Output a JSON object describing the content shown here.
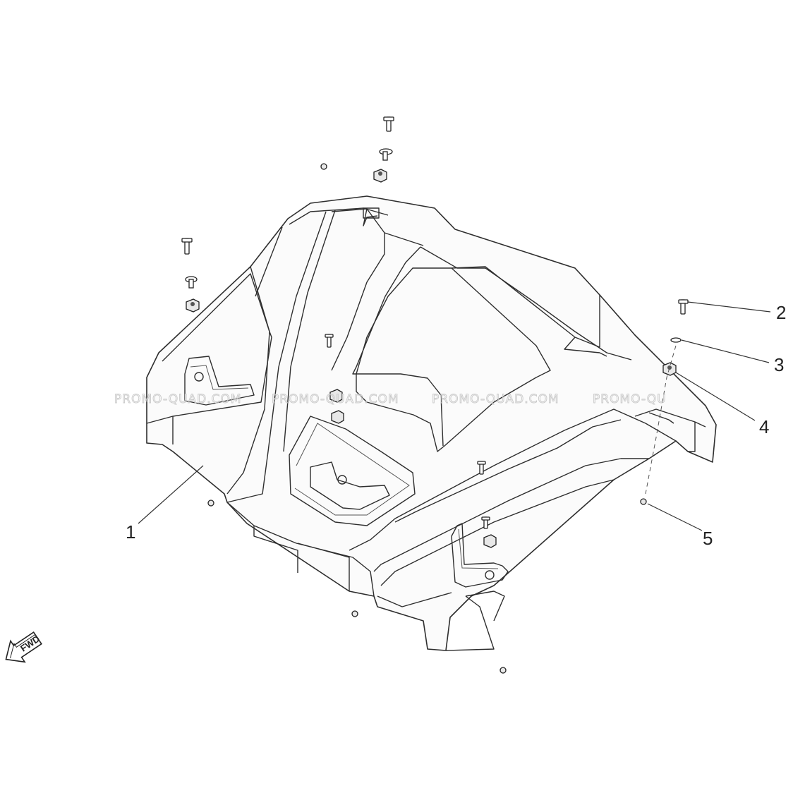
{
  "callouts": [
    {
      "id": "1",
      "label": "1"
    },
    {
      "id": "2",
      "label": "2"
    },
    {
      "id": "3",
      "label": "3"
    },
    {
      "id": "4",
      "label": "4"
    },
    {
      "id": "5",
      "label": "5"
    }
  ],
  "watermarks": [
    "PROMO-QUAD.COM",
    "PROMO-QUAD.COM",
    "PROMO-QUAD.COM",
    "PROMO-QU"
  ],
  "fwd_label": "FWD"
}
